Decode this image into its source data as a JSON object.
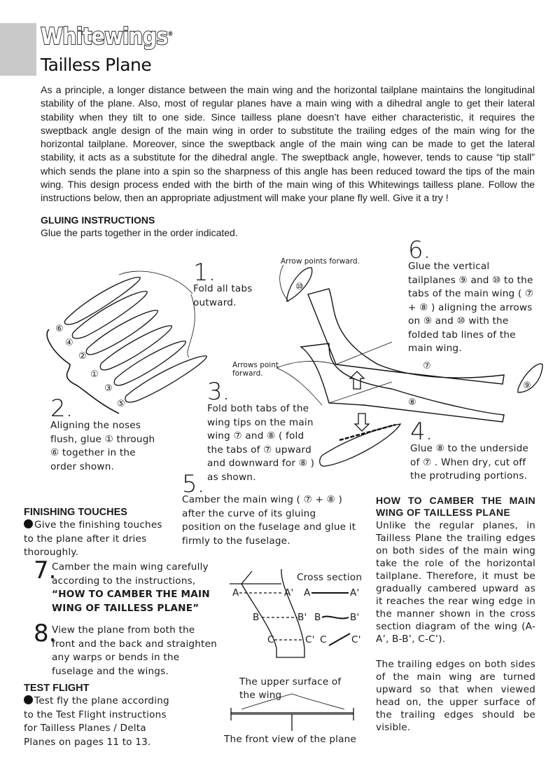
{
  "header": {
    "brand": "Whitewings",
    "brand_mark": "®",
    "title": "Tailless Plane"
  },
  "intro": "As a principle, a longer distance between the main wing and the horizontal tailplane maintains the longitudinal stability of the plane. Also, most of regular planes have a main wing with a dihedral angle to get their lateral stability when they tilt to one side. Since tailless plane doesn’t have either characteristic, it requires the sweptback angle design of the main wing in order to substitute the trailing edges of the main wing for the horizontal tailplane. Moreover, since the sweptback angle of the main wing can be made to get the lateral stability, it acts as a substitute for the dihedral angle. The sweptback angle, however, tends to cause “tip stall” which sends the plane into a spin so the sharpness of this angle has been reduced toward the tips of the main wing. This design process ended with the birth of the main wing of this Whitewings tailless plane. Follow the instructions below, then an appropriate adjustment will make your plane fly well. Give it a try !",
  "gluing": {
    "heading": "GLUING INSTRUCTIONS",
    "subtext": "Glue the parts together in the order indicated."
  },
  "steps": [
    {
      "num": "1.",
      "text": "Fold all tabs outward."
    },
    {
      "num": "2.",
      "text": "Aligning the noses flush, glue ① through ⑥ together in the order shown."
    },
    {
      "num": "3.",
      "text": "Fold both tabs of the wing tips on the main wing ⑦ and ⑧ ( fold the tabs of ⑦ upward and downward for ⑧ ) as shown."
    },
    {
      "num": "4.",
      "text": "Glue ⑧ to the underside of ⑦ . When dry, cut off the protruding portions."
    },
    {
      "num": "5.",
      "text": "Camber the main wing ( ⑦ + ⑧ ) after the curve of its gluing position on the fuselage and glue it firmly to the fuselage."
    },
    {
      "num": "6.",
      "text": "Glue the vertical tailplanes ⑨ and ⑩ to the tabs of the main wing ( ⑦ + ⑧ ) aligning the arrows on ⑨ and ⑩ with the folded tab lines of the main wing."
    }
  ],
  "diagram_labels": {
    "arrow_forward": "Arrow points forward.",
    "arrows_forward": "Arrows point forward.",
    "parts": [
      "⑥",
      "④",
      "②",
      "①",
      "③",
      "⑤",
      "⑦",
      "⑧",
      "⑨",
      "⑩"
    ],
    "cross_section": "Cross section",
    "A": "A",
    "A_prime": "A'",
    "B": "B",
    "B_prime": "B'",
    "C": "C",
    "C_prime": "C'",
    "upper_surface": "The upper surface of the wing",
    "front_view": "The front view of the plane"
  },
  "finishing": {
    "heading": "FINISHING TOUCHES",
    "bullet": "Give the finishing touches to the plane after it dries thoroughly.",
    "step7_num": "7.",
    "step7_text": "Camber the main wing carefully according to the instructions, ",
    "step7_bold": "“HOW TO CAMBER THE MAIN WING OF TAILLESS PLANE”",
    "step8_num": "8.",
    "step8_text": "View the plane from both the front and the back and straighten any warps or bends in the fuselage and the wings."
  },
  "test_flight": {
    "heading": "TEST FLIGHT",
    "bullet": "Test fly the plane according to the Test Flight instructions for Tailless Planes / Delta Planes on pages 11 to 13."
  },
  "camber": {
    "heading": "HOW TO CAMBER THE MAIN WING OF TAILLESS PLANE",
    "para1": "Unlike the regular planes, in Tailless Plane the trailing edges on both sides of the main wing take the role of the horizontal tailplane. Therefore, it must be gradually cambered upward as it reaches the rear wing edge in the manner shown in the cross section diagram of the wing (A-A’, B-B’, C-C’).",
    "para2": "The trailing edges on both sides of the main wing are turned upward so that when viewed head on, the upper surface of the trailing edges should be visible."
  }
}
